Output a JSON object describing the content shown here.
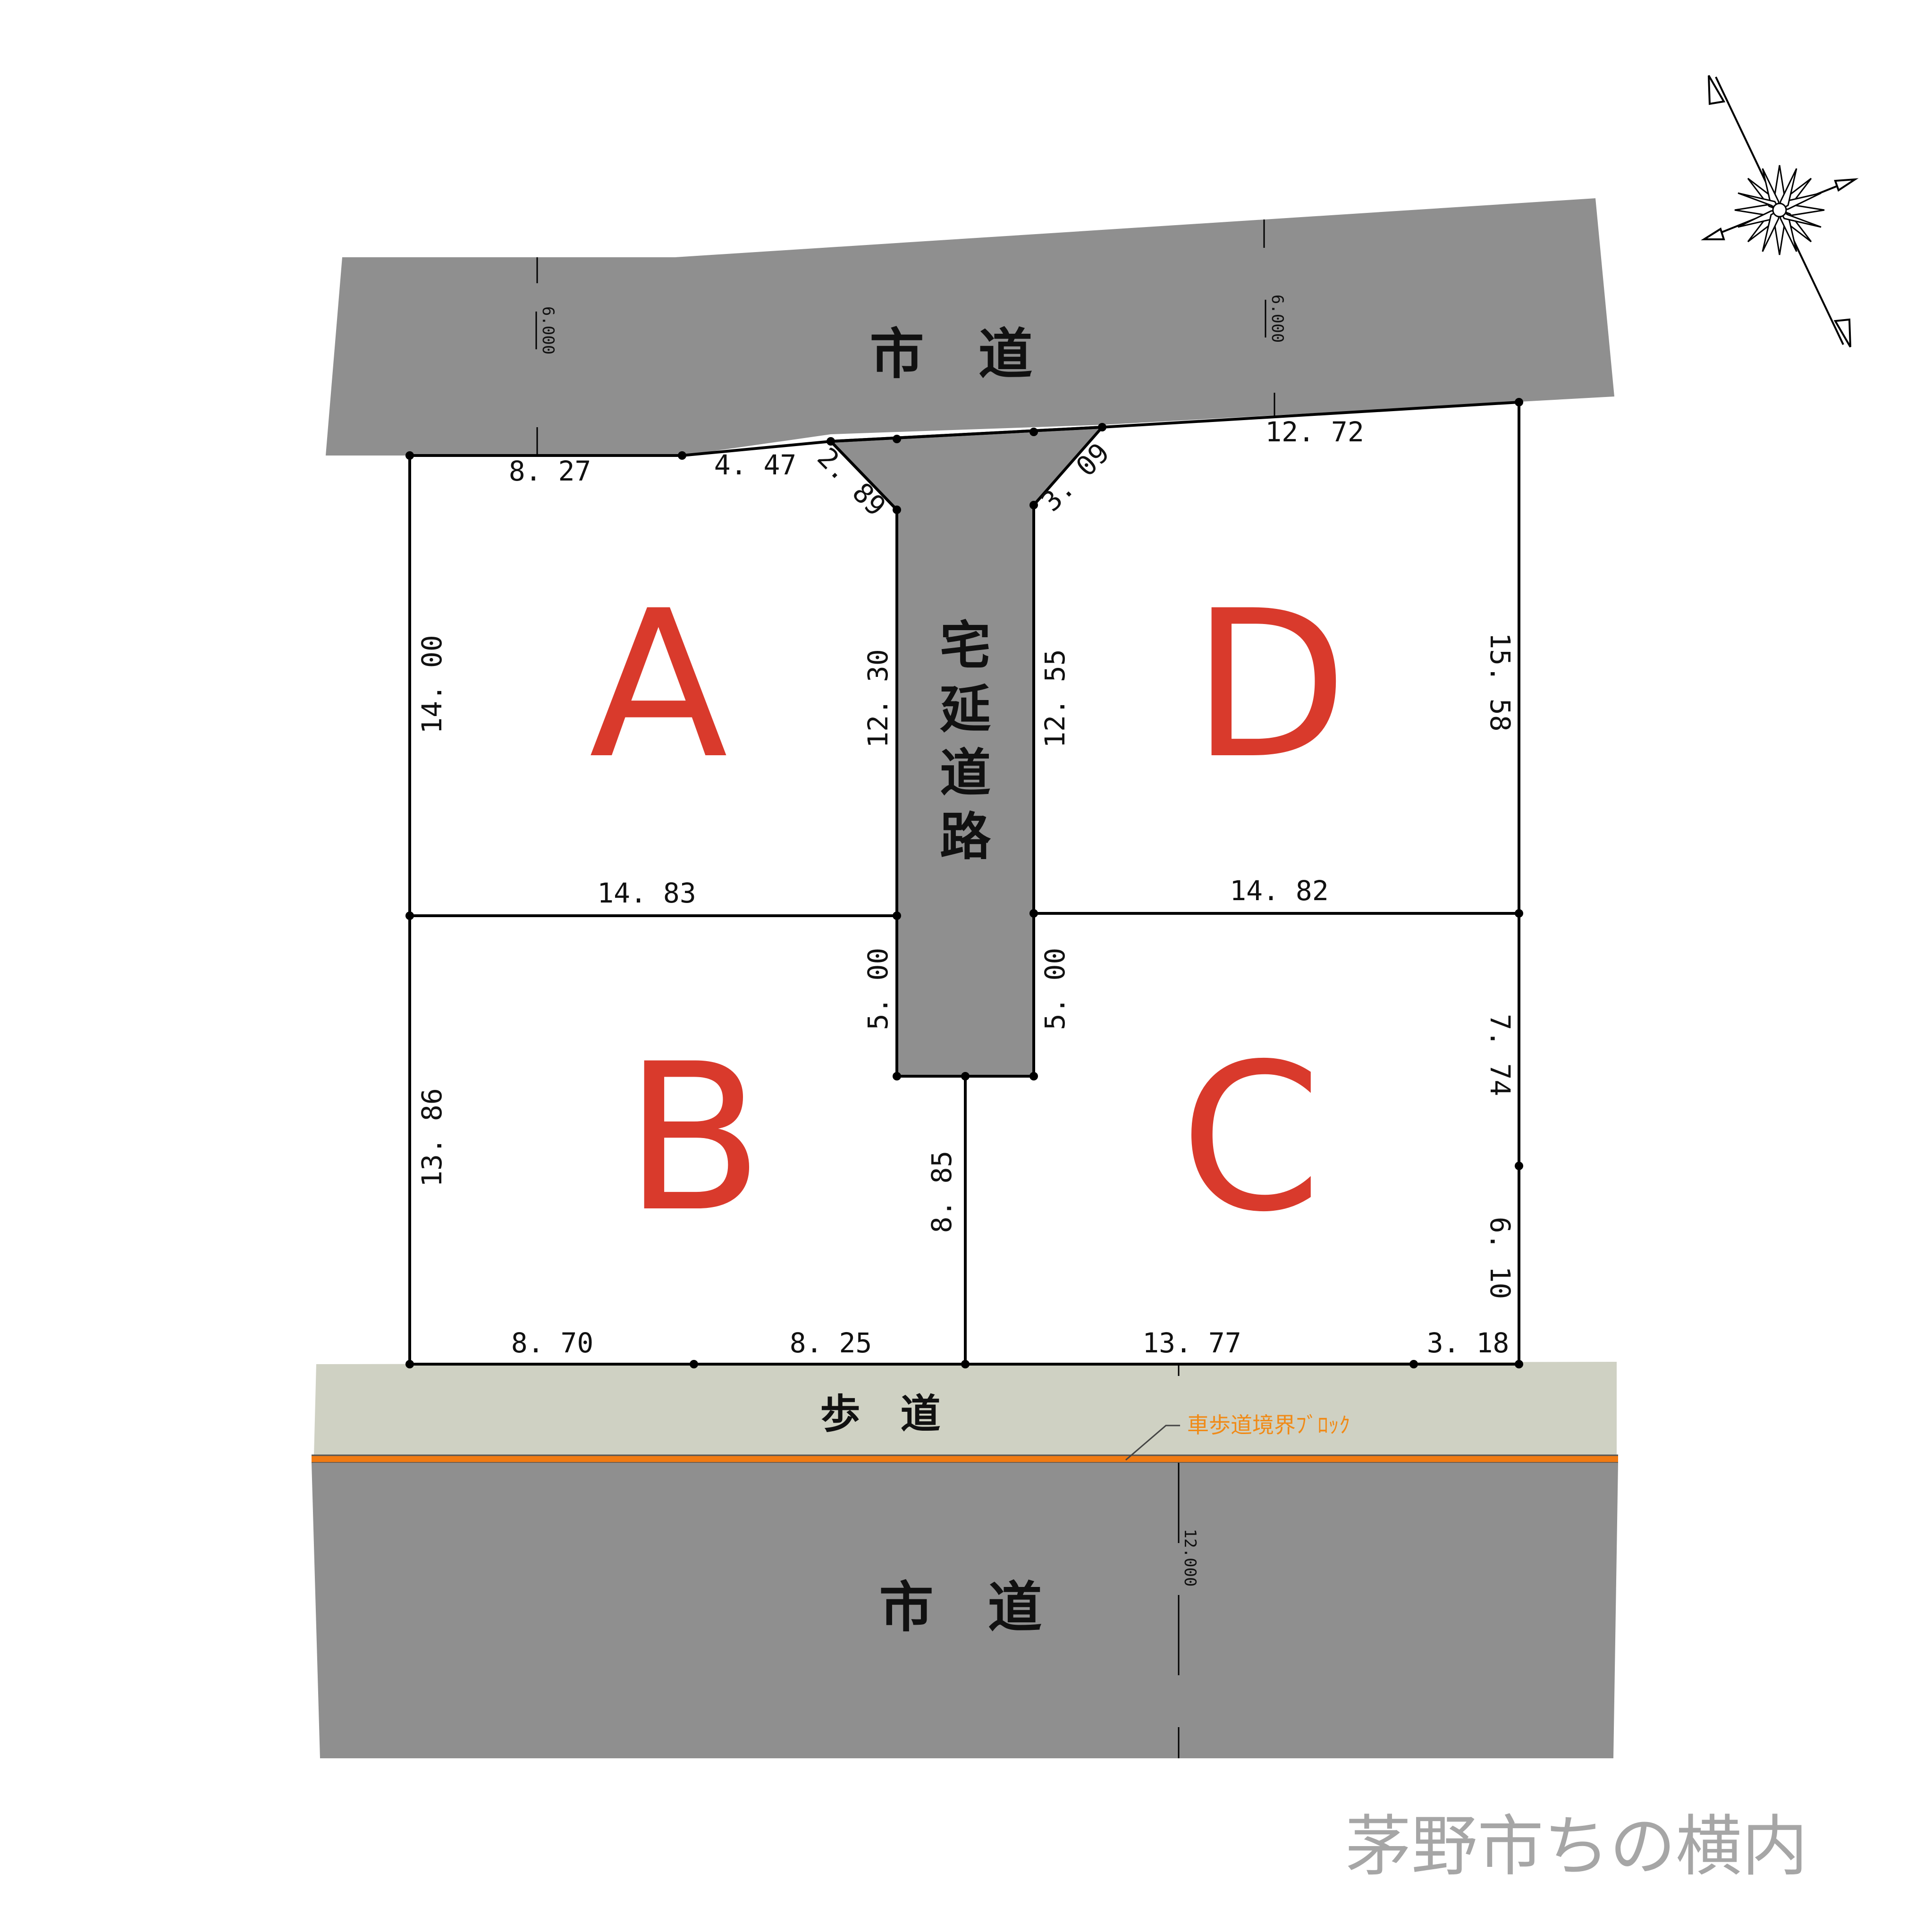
{
  "roads": {
    "north_road": "市　道",
    "south_road": "市　道",
    "sidewalk": "歩　道",
    "private_road": [
      "宅",
      "延",
      "道",
      "路"
    ],
    "north_width_left": "6.000",
    "north_width_right": "6.000",
    "south_width": "12.000"
  },
  "lots": {
    "a": "A",
    "b": "B",
    "c": "C",
    "d": "D"
  },
  "dimensions": {
    "top_a_left": "8. 27",
    "top_a_right": "4. 47",
    "a_chamfer": "2. 89",
    "d_chamfer": "3. 09",
    "top_d": "12. 72",
    "a_west": "14. 00",
    "a_east": "12. 30",
    "d_west": "12. 55",
    "d_east": "15. 58",
    "ab_line": "14. 83",
    "dc_line": "14. 82",
    "b_east_upper": "5. 00",
    "c_west_upper": "5. 00",
    "b_west": "13. 86",
    "bc_line": "8. 85",
    "c_east_upper": "7. 74",
    "c_east_lower": "6. 10",
    "b_south_left": "8. 70",
    "b_south_right": "8. 25",
    "c_south_left": "13. 77",
    "c_south_right": "3. 18"
  },
  "annotations": {
    "curb_block": "車歩道境界ﾌﾞﾛｯｸ"
  },
  "caption": "茅野市ちの横内",
  "colors": {
    "road": "#8f8f8f",
    "sidewalk": "#cfd1c3",
    "curb": "#f07a12",
    "lot_letters": "#d93a2c",
    "caption": "#a6a6a6"
  }
}
